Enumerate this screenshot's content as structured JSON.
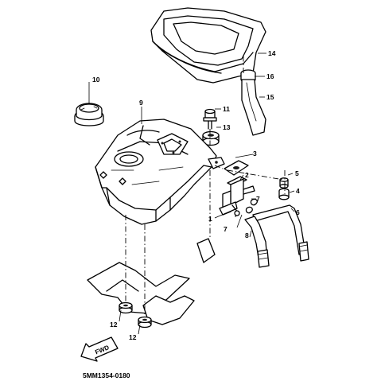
{
  "diagram": {
    "part_code": "5MM1354-0180",
    "fwd_label": "FWD",
    "callouts": {
      "c1": "1",
      "c2": "2",
      "c3": "3",
      "c4": "4",
      "c5": "5",
      "c6": "6",
      "c7a": "7",
      "c7b": "7",
      "c8": "8",
      "c9": "9",
      "c10": "10",
      "c11": "11",
      "c12a": "12",
      "c12b": "12",
      "c13": "13",
      "c14": "14",
      "c15": "15",
      "c16": "16"
    }
  }
}
